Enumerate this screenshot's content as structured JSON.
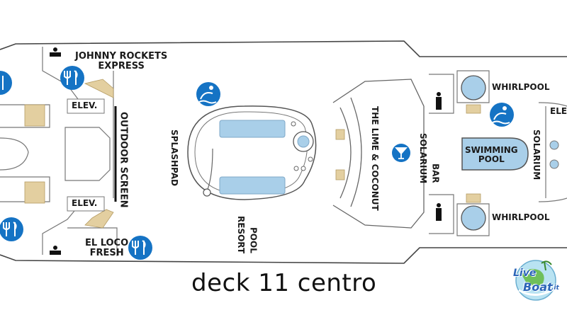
{
  "labels": {
    "johnny_rockets_line1": "JOHNNY ROCKETS",
    "johnny_rockets_line2": "EXPRESS",
    "elev_top": "ELEV.",
    "elev_bottom": "ELEV.",
    "elev_right_top": "ELEV",
    "outdoor_screen": "OUTDOOR SCREEN",
    "splashpad": "SPLASHPAD",
    "resort_pool_line1": "RESORT",
    "resort_pool_line2": "POOL",
    "el_loco_line1": "EL LOCO",
    "el_loco_line2": "FRESH",
    "lime_coconut": "THE LIME & COCONUT",
    "solarium_bar_line1": "SOLARIUM",
    "solarium_bar_line2": "BAR",
    "whirlpool_top": "WHIRLPOOL",
    "whirlpool_bottom": "WHIRLPOOL",
    "swimming_pool_line1": "SWIMMING",
    "swimming_pool_line2": "POOL",
    "solarium": "SOLARIUM"
  },
  "caption": "deck 11 centro",
  "logo": {
    "line1": "Live",
    "line2": "Boat",
    "suffix": ".it"
  },
  "icons": [
    "restaurant-icon",
    "restaurant-icon",
    "restaurant-icon",
    "restaurant-icon",
    "pool-icon",
    "pool-icon",
    "bar-icon",
    "restroom-icon",
    "restroom-icon",
    "restroom-icon",
    "restroom-icon"
  ],
  "colors": {
    "icon_blue": "#1573c4",
    "pool_water": "#a9cfe9",
    "deck_line": "#555555",
    "stairs": "#e3cfa0"
  }
}
